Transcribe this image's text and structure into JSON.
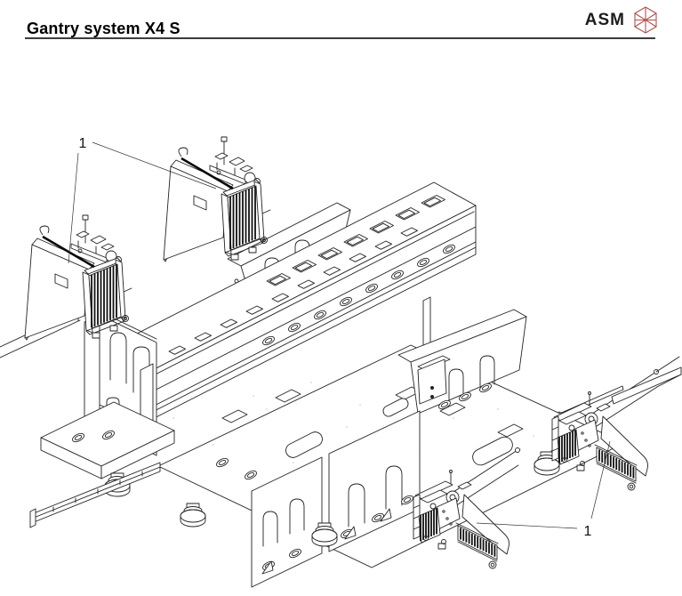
{
  "page": {
    "title": "Gantry system X4 S"
  },
  "brand": {
    "name": "ASM",
    "logo_color": "#b0524e"
  },
  "figure": {
    "line_color": "#222222",
    "callouts": [
      {
        "label": "1"
      },
      {
        "label": "1"
      }
    ]
  }
}
